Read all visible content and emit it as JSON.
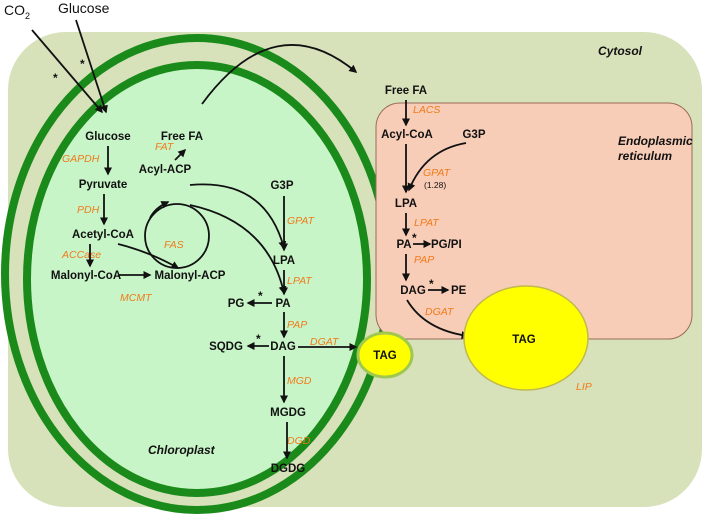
{
  "inputs": {
    "co2": "CO",
    "co2_sub": "2",
    "glucose": "Glucose"
  },
  "compartments": {
    "cytosol": "Cytosol",
    "chloroplast": "Chloroplast",
    "er_line1": "Endoplasmic",
    "er_line2": "reticulum"
  },
  "chloroplast": {
    "glucose": "Glucose",
    "pyruvate": "Pyruvate",
    "acetyl_coa": "Acetyl-CoA",
    "malonyl_coa": "Malonyl-CoA",
    "malonyl_acp": "Malonyl-ACP",
    "acyl_acp": "Acyl-ACP",
    "free_fa": "Free FA",
    "g3p": "G3P",
    "lpa": "LPA",
    "pa": "PA",
    "pg": "PG",
    "dag": "DAG",
    "sqdg": "SQDG",
    "mgdg": "MGDG",
    "dgdg": "DGDG",
    "tag": "TAG"
  },
  "chloroplast_enzymes": {
    "gapdh": "GAPDH",
    "pdh": "PDH",
    "accase": "ACCase",
    "mcmt": "MCMT",
    "fas": "FAS",
    "fat": "FAT",
    "gpat": "GPAT",
    "lpat": "LPAT",
    "pap": "PAP",
    "dgat": "DGAT",
    "mgd": "MGD",
    "dgd": "DGD"
  },
  "er": {
    "free_fa": "Free FA",
    "acyl_coa": "Acyl-CoA",
    "g3p": "G3P",
    "gpat_value": "(1.28)",
    "lpa": "LPA",
    "pa": "PA",
    "pg_pi": "PG/PI",
    "dag": "DAG",
    "pe": "PE",
    "tag": "TAG"
  },
  "er_enzymes": {
    "lacs": "LACS",
    "gpat": "GPAT",
    "lpat": "LPAT",
    "pap": "PAP",
    "dgat": "DGAT",
    "lip": "LIP"
  },
  "marks": {
    "asterisk": "*"
  },
  "colors": {
    "cytosol": "#d7e2bb",
    "chloroplast_envelope": "#1a8a1a",
    "chloroplast_stroma": "#c8f5c8",
    "er": "#f8cdb8",
    "tag_droplet": "#ffff00",
    "enzyme_text": "#f07a1a"
  }
}
